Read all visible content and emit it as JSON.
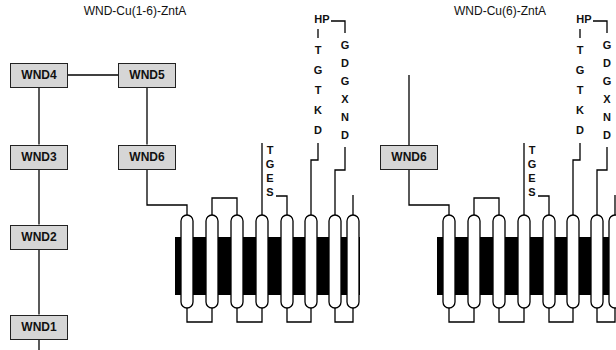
{
  "diagram": {
    "nodes": [
      {
        "text": [
          "WND1"
        ]
      },
      {
        "text": [
          "WND2"
        ]
      },
      {
        "text": [
          "WND3"
        ]
      },
      {
        "text": [
          "WND4"
        ]
      },
      {
        "text": [
          "WND5"
        ]
      },
      {
        "text": [
          "WND6"
        ]
      },
      {
        "text": [
          "WND6"
        ]
      }
    ],
    "edges": [
      {
        "from": 0,
        "to": 1,
        "arrow": "none"
      },
      {
        "from": 1,
        "to": 2,
        "arrow": "none"
      },
      {
        "from": 2,
        "to": 3,
        "arrow": "none"
      },
      {
        "from": 3,
        "to": 4,
        "arrow": "none"
      },
      {
        "from": 4,
        "to": 5,
        "arrow": "none"
      }
    ],
    "labels": [
      "WND-Cu(1-6)-ZntA",
      "WND-Cu(6)-ZntA",
      "TGES",
      "HP",
      "TGTKD",
      "GDGXND",
      "TGES",
      "HP",
      "TGTKD",
      "GDGXND"
    ]
  }
}
